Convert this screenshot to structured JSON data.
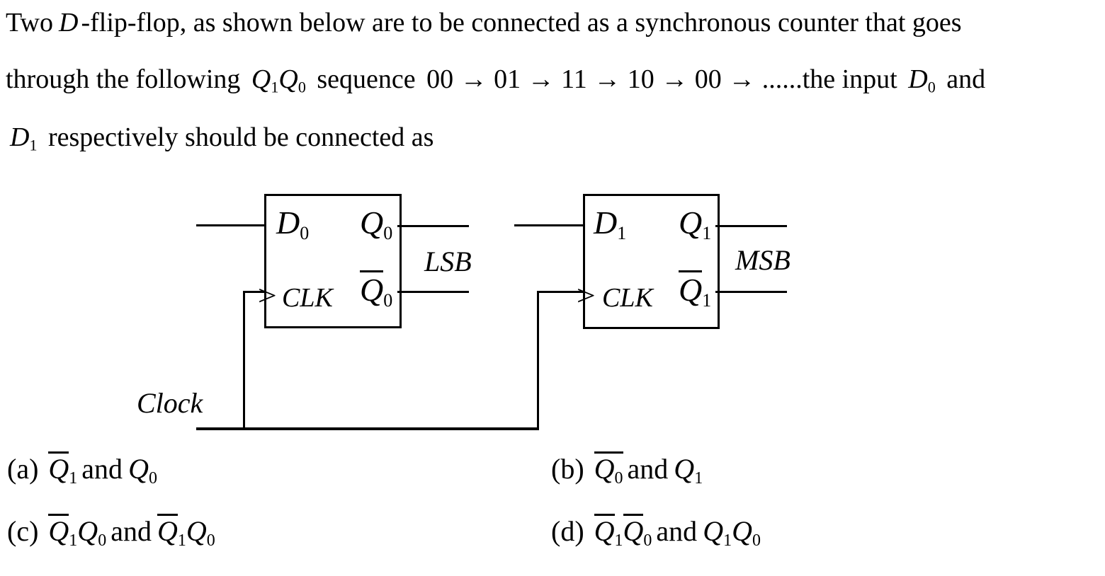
{
  "paragraph": {
    "line1": {
      "t1": "Two",
      "m1": "D",
      "t2": "-flip-flop, as shown below are to be connected as a synchronous counter that goes"
    },
    "line2": {
      "t1": "through the following",
      "q1": "Q",
      "q1s": "1",
      "q0": "Q",
      "q0s": "0",
      "t2": "sequence",
      "seq": "00 → 01 → 11 → 10 → 00 → ......",
      "t3": "the input",
      "d": "D",
      "ds": "0",
      "t4": "and"
    },
    "line3": {
      "d": "D",
      "ds": "1",
      "t1": "respectively should be connected as"
    }
  },
  "diagram": {
    "ff0": {
      "d": "D",
      "d_sub": "0",
      "q": "Q",
      "q_sub": "0",
      "clk_caret": ">",
      "clk": "CLK",
      "qb": "Q",
      "qb_sub": "0",
      "out": "LSB"
    },
    "ff1": {
      "d": "D",
      "d_sub": "1",
      "q": "Q",
      "q_sub": "1",
      "clk_caret": ">",
      "clk": "CLK",
      "qb": "Q",
      "qb_sub": "1",
      "out": "MSB"
    },
    "clock_label": "Clock"
  },
  "options": {
    "a": {
      "label": "(a)",
      "b1": "Q",
      "b1s": "1",
      "and": "and",
      "p2": "Q",
      "p2s": "0"
    },
    "b": {
      "label": "(b)",
      "b1": "Q",
      "b1s": "0",
      "and": "and",
      "p2": "Q",
      "p2s": "1"
    },
    "c": {
      "label": "(c)",
      "b1": "Q",
      "b1s": "1",
      "p1": "Q",
      "p1s": "0",
      "and": "and",
      "b2": "Q",
      "b2s": "1",
      "p2": "Q",
      "p2s": "0"
    },
    "d": {
      "label": "(d)",
      "b1": "Q",
      "b1s": "1",
      "b2": "Q",
      "b2s": "0",
      "and": "and",
      "p1": "Q",
      "p1s": "1",
      "p2": "Q",
      "p2s": "0"
    }
  }
}
